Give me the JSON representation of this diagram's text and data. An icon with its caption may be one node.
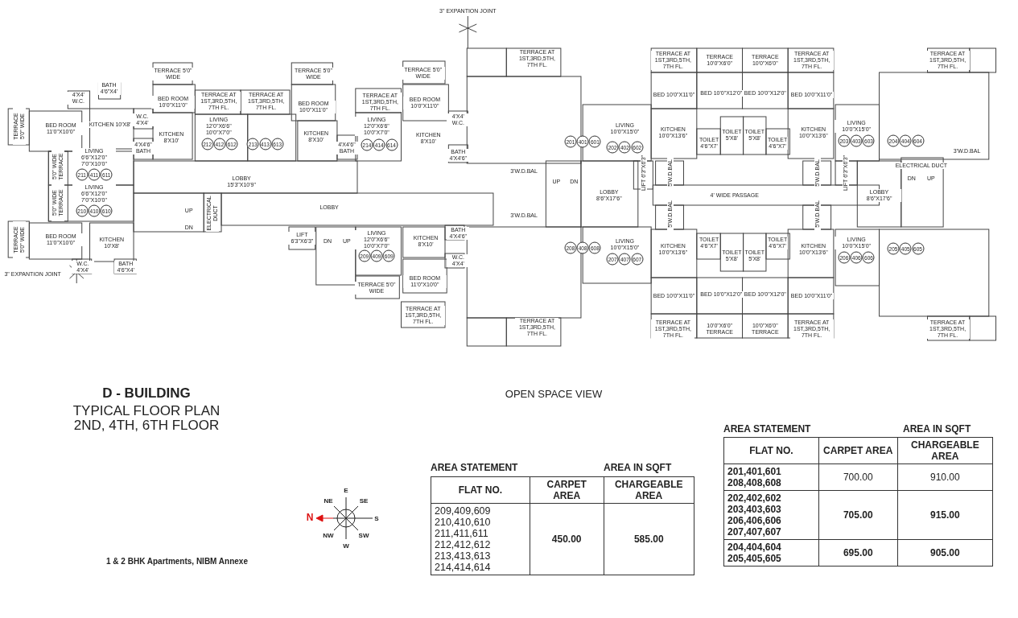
{
  "diagram": {
    "title": "D - BUILDING",
    "labels": [
      "3\" EXPANTION JOINT",
      "BATH 4'6\"X4'",
      "4'X4' W.C.",
      "TERRACE 5'0\" WIDE",
      "BED ROOM 11'0\"X10'0\"",
      "KITCHEN 10'X8'",
      "TERRACE 5'0\" WIDE",
      "W.C. 4'X4'",
      "BED ROOM 10'0\"X11'0\"",
      "TERRACE AT 1ST,3RD,5TH, 7TH FL.",
      "TERRACE AT 1ST,3RD,5TH, 7TH FL.",
      "TERRACE 5'0\" WIDE",
      "BED ROOM 10'0\"X11'0\"",
      "TERRACE 5'0\" WIDE",
      "TERRACE AT 1ST,3RD,5TH, 7TH FL.",
      "BED ROOM 10'0\"X11'0\"",
      "TERRACE AT 1ST,3RD,5TH, 7TH FL.",
      "4'X4'6\" BATH",
      "KITCHEN 8'X10'",
      "LIVING 12'0\"X6'6\" 10'0\"X7'0\"",
      "212",
      "412",
      "612",
      "213",
      "413",
      "613",
      "KITCHEN 8'X10'",
      "4'X4'6\" BATH",
      "LIVING 12'0\"X6'6\" 10'0\"X7'0\"",
      "214",
      "414",
      "614",
      "KITCHEN 8'X10'",
      "4'X4' W.C.",
      "BATH 4'X4'6\"",
      "201",
      "401",
      "601",
      "LIVING 10'0\"X15'0\"",
      "202",
      "402",
      "602",
      "TERRACE AT 1ST,3RD,5TH, 7TH FL.",
      "TERRACE 10'0\"X6'0\"",
      "TERRACE 10'0\"X6'0\"",
      "TERRACE AT 1ST,3RD,5TH, 7TH FL.",
      "TERRACE AT 1ST,3RD,5TH, 7TH FL.",
      "BED 10'0\"X11'0\"",
      "BED 10'0\"X12'0\"",
      "BED 10'0\"X12'0\"",
      "BED 10'0\"X11'0\"",
      "KITCHEN 10'0\"X13'6\"",
      "TOILET 4'6\"X7'",
      "TOILET 5'X8'",
      "TOILET 5'X8'",
      "TOILET 4'6\"X7'",
      "KITCHEN 10'0\"X13'6\"",
      "LIVING 10'0\"X15'0\"",
      "203",
      "403",
      "603",
      "204",
      "404",
      "604",
      "LOBBY 15'3\"X10'9\"",
      "3'W.D.BAL",
      "UP",
      "DN",
      "LOBBY 8'6\"X17'6\"",
      "LIFT 6'3\"X6'3\"",
      "5'W.D.BAL",
      "4' WIDE PASSAGE",
      "5'W.D.BAL",
      "LIFT 6'3\"X6'3\"",
      "LOBBY 8'6\"X17'6\"",
      "ELECTRICAL DUCT",
      "DN",
      "UP",
      "3'W.D.BAL",
      "5'0\" WIDE TERRACE",
      "LIVING 6'6\"X12'0\" 7'0\"X10'0\"",
      "211",
      "411",
      "611",
      "5'0\" WIDE TERRACE",
      "LIVING 6'6\"X12'0\" 7'0\"X10'0\"",
      "210",
      "410",
      "610",
      "LOBBY",
      "UP",
      "DN",
      "ELECTRICAL DUCT",
      "3'W.D.BAL",
      "5'W.D.BAL",
      "5'W.D.BAL",
      "TERRACE 5'0\" WIDE",
      "BED ROOM 11'0\"X10'0\"",
      "KITCHEN 10'X8'",
      "LIFT 6'3\"X6'3\"",
      "DN",
      "UP",
      "BATH 4'X4'6\"",
      "LIVING 12'0\"X6'6\" 10'0\"X7'0\"",
      "209",
      "409",
      "609",
      "KITCHEN 8'X10'",
      "208",
      "408",
      "608",
      "LIVING 10'0\"X15'0\"",
      "207",
      "407",
      "607",
      "KITCHEN 10'0\"X13'6\"",
      "TOILET 4'6\"X7'",
      "TOILET 5'X8'",
      "TOILET 5'X8'",
      "TOILET 4'6\"X7'",
      "KITCHEN 10'0\"X13'6\"",
      "LIVING 10'0\"X15'0\"",
      "206",
      "406",
      "606",
      "205",
      "405",
      "605",
      "W.C. 4'X4'",
      "W.C. 4'X4'",
      "BATH 4'6\"X4'",
      "3\" EXPANTION JOINT",
      "BED ROOM 11'0\"X10'0\"",
      "TERRACE 5'0\" WIDE",
      "BED 10'0\"X11'0\"",
      "BED 10'0\"X12'0\"",
      "BED 10'0\"X12'0\"",
      "BED 10'0\"X11'0\"",
      "TERRACE AT 1ST,3RD,5TH, 7TH FL.",
      "TERRACE AT 1ST,3RD,5TH, 7TH FL.",
      "TERRACE AT 1ST,3RD,5TH, 7TH FL.",
      "10'0\"X6'0\" TERRACE",
      "10'0\"X6'0\" TERRACE",
      "TERRACE AT 1ST,3RD,5TH, 7TH FL.",
      "TERRACE AT 1ST,3RD,5TH, 7TH FL.",
      "TYPICAL FLOOR PLAN",
      "2ND, 4TH, 6TH FLOOR",
      "OPEN SPACE VIEW",
      "1 & 2 BHK Apartments, NIBM Annexe",
      "E",
      "NE",
      "SE",
      "N",
      "S",
      "NW",
      "SW",
      "W",
      "AREA STATEMENT",
      "AREA IN SQFT",
      "FLAT NO.",
      "CARPET AREA",
      "CHARGEABLE AREA",
      "209,409,609 210,410,610 211,411,611 212,412,612 213,413,613 214,414,614",
      "450.00",
      "585.00",
      "AREA STATEMENT",
      "AREA IN SQFT",
      "FLAT NO.",
      "CARPET AREA",
      "CHARGEABLE AREA",
      "201,401,601 208,408,608",
      "700.00",
      "910.00",
      "202,402,602 203,403,603 206,406,606 207,407,607",
      "705.00",
      "915.00",
      "204,404,604 205,405,605",
      "695.00",
      "905.00"
    ]
  }
}
